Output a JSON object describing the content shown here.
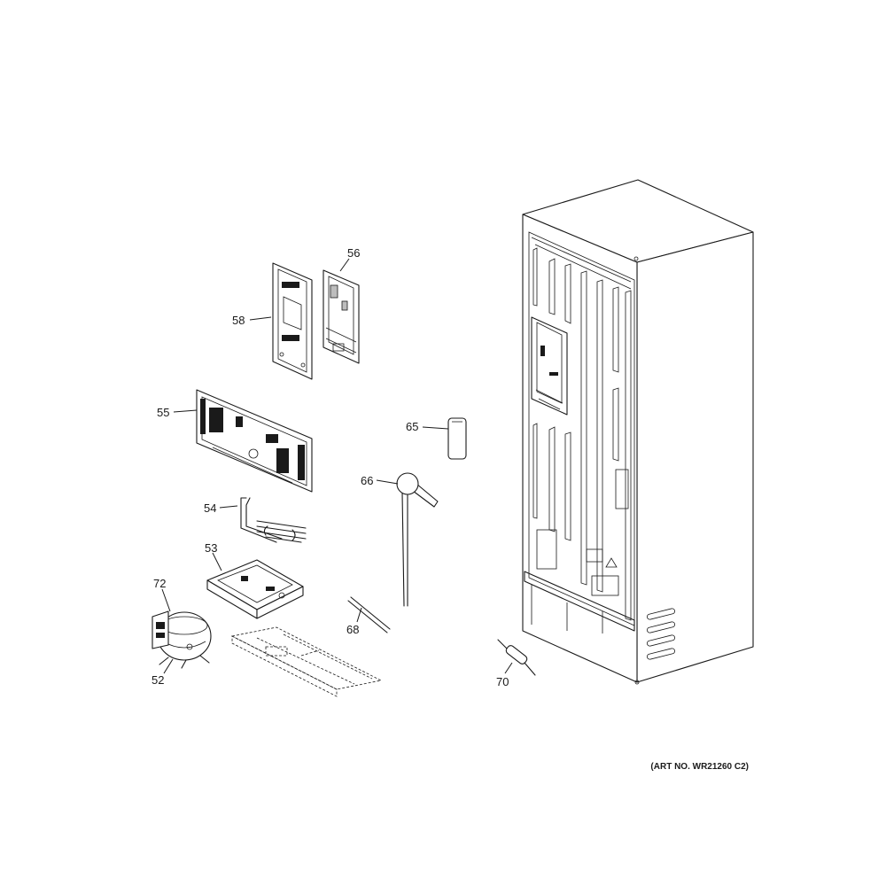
{
  "art_number": "(ART NO. WR21260 C2)",
  "callouts": {
    "c52": "52",
    "c53": "53",
    "c54": "54",
    "c55": "55",
    "c56": "56",
    "c58": "58",
    "c65": "65",
    "c66": "66",
    "c68": "68",
    "c70": "70",
    "c72": "72"
  }
}
